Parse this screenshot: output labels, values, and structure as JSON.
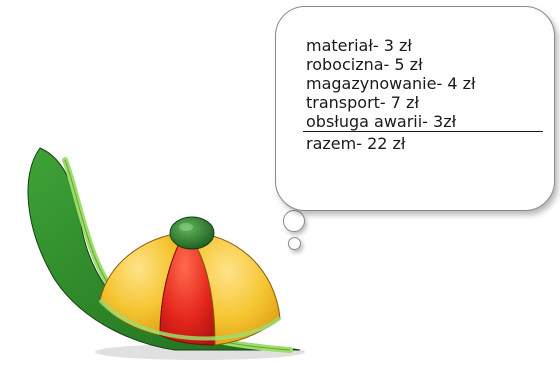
{
  "bubble": {
    "items": [
      "materiał- 3 zł",
      "robocizna- 5 zł",
      "magazynowanie- 4 zł",
      "transport- 7 zł",
      "obsługa awarii- 3zł"
    ],
    "total": "razem- 22 zł"
  },
  "colors": {
    "brim_green": "#2f8a2a",
    "brim_light": "#9fdc6a",
    "cap_yellow": "#f5c531",
    "cap_red": "#e5261c",
    "button_green": "#2e7d32"
  },
  "icons": {
    "illustration": "baseball-cap-icon"
  }
}
